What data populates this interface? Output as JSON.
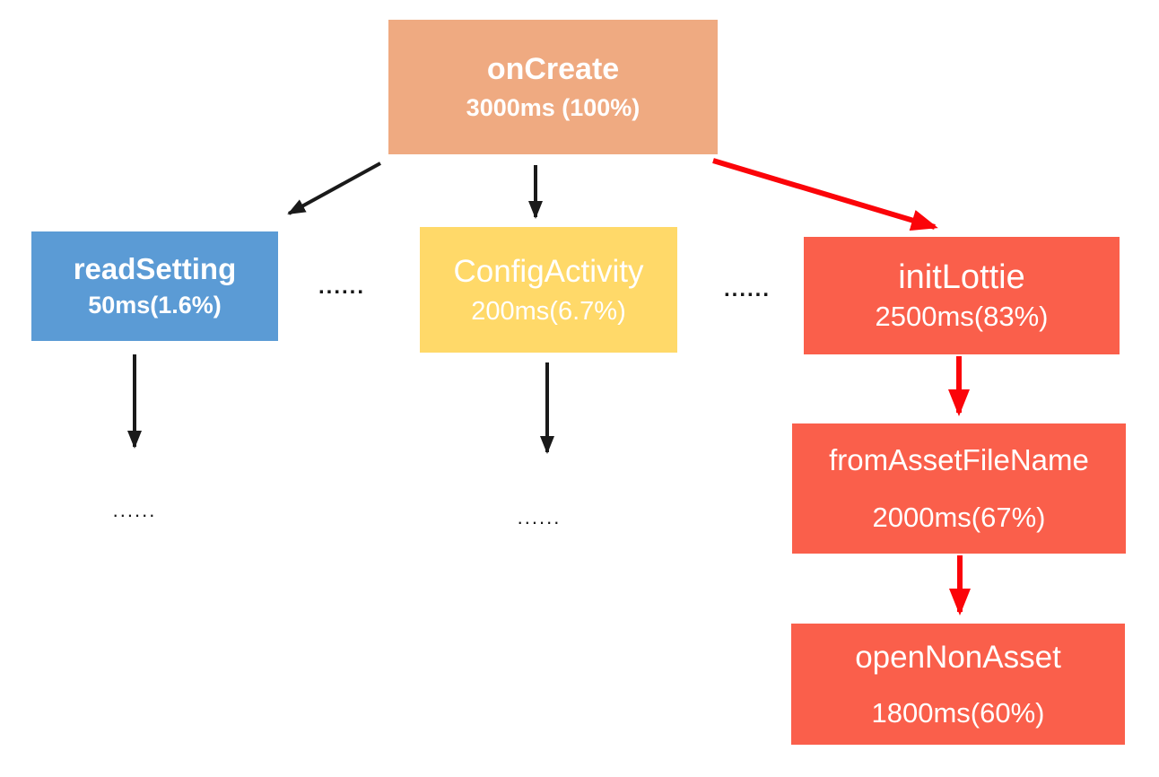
{
  "diagram": {
    "background_color": "#FFFFFF",
    "nodes": {
      "onCreate": {
        "label": "onCreate",
        "metric": "3000ms (100%)",
        "color": "#EFAA81",
        "text_color": "#FFFFFF"
      },
      "readSetting": {
        "label": "readSetting",
        "metric": "50ms(1.6%)",
        "color": "#5B9BD5",
        "text_color": "#FFFFFF"
      },
      "configActivity": {
        "label": "ConfigActivity",
        "metric": "200ms(6.7%)",
        "color": "#FFD969",
        "text_color": "#FFFFFF"
      },
      "initLottie": {
        "label": "initLottie",
        "metric": "2500ms(83%)",
        "color": "#FA5F4B",
        "text_color": "#FFFFFF"
      },
      "fromAssetFileName": {
        "label": "fromAssetFileName",
        "metric": "2000ms(67%)",
        "color": "#FA5F4B",
        "text_color": "#FFFFFF"
      },
      "openNonAsset": {
        "label": "openNonAsset",
        "metric": "1800ms(60%)",
        "color": "#FA5F4B",
        "text_color": "#FFFFFF"
      }
    },
    "ellipsis": {
      "between_readSetting_configActivity": "......",
      "between_configActivity_initLottie": "......",
      "below_readSetting": "......",
      "below_configActivity": "......"
    },
    "arrows": {
      "black_color": "#1A1A1A",
      "red_color": "#FB0409"
    }
  }
}
